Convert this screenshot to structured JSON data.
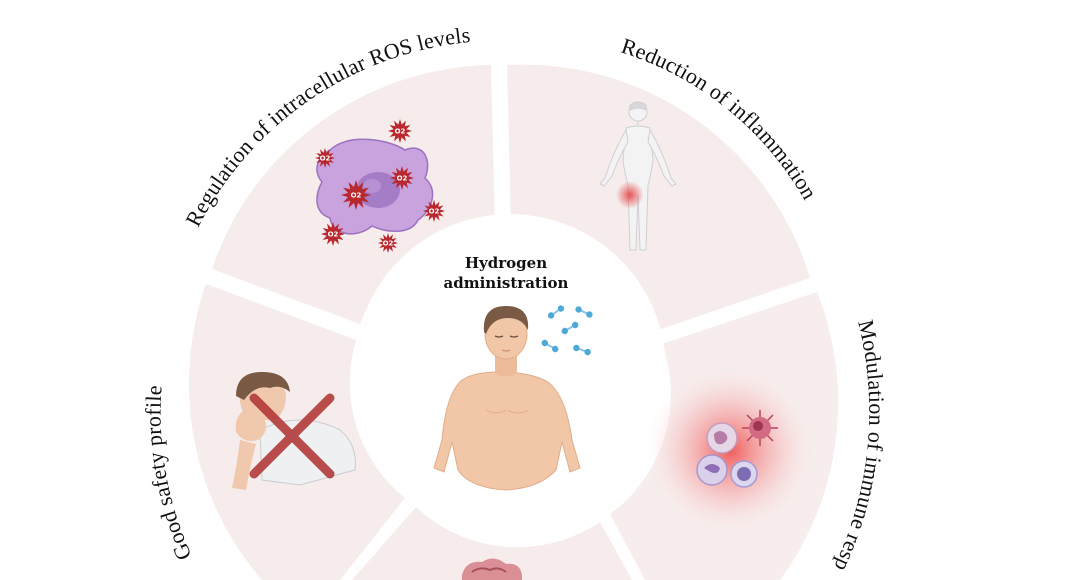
{
  "center": {
    "line1": "Hydrogen",
    "line2": "administration"
  },
  "segments": [
    {
      "id": "ros",
      "label": "Regulation of intracellular ROS levels"
    },
    {
      "id": "inflammation",
      "label": "Reduction of inflammation"
    },
    {
      "id": "immune",
      "label": "Modulation of immune resp"
    },
    {
      "id": "safety",
      "label": "Good safety profile"
    }
  ],
  "superoxide_label": "O2",
  "colors": {
    "segment_fill": "#f6ecec",
    "ros_cell": "#c9a3de",
    "ros_nucleus": "#a57cc6",
    "superoxide_star": "#b8282e",
    "hydrogen_molecule": "#4fa9d6",
    "cross": "#b33a3a",
    "inflammation_glow": "#e23a3a",
    "skin": "#f2c7a8",
    "hair": "#7a5a44"
  },
  "icons": [
    "ros-cell-icon",
    "human-body-icon",
    "immune-cells-icon",
    "sick-person-icon",
    "hydrogen-molecule-icon",
    "tissue-icon"
  ]
}
